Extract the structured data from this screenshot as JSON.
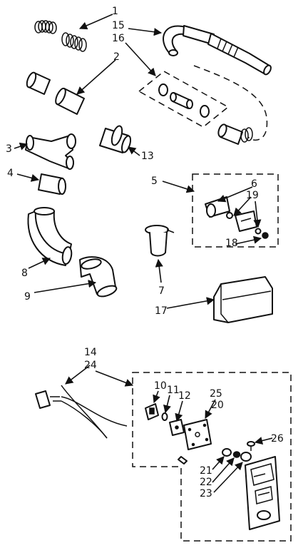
{
  "callouts": {
    "c1": "1",
    "c15": "15",
    "c16": "16",
    "c2": "2",
    "c3": "3",
    "c4": "4",
    "c13": "13",
    "c5": "5",
    "c6": "6",
    "c19": "19",
    "c18": "18",
    "c8": "8",
    "c9": "9",
    "c7": "7",
    "c17": "17",
    "c14": "14",
    "c24": "24",
    "c10": "10",
    "c11": "11",
    "c12": "12",
    "c25": "25",
    "c20": "20",
    "c26": "26",
    "c21": "21",
    "c22": "22",
    "c23": "23"
  },
  "colors": {
    "ink": "#111111",
    "paper": "#ffffff"
  }
}
